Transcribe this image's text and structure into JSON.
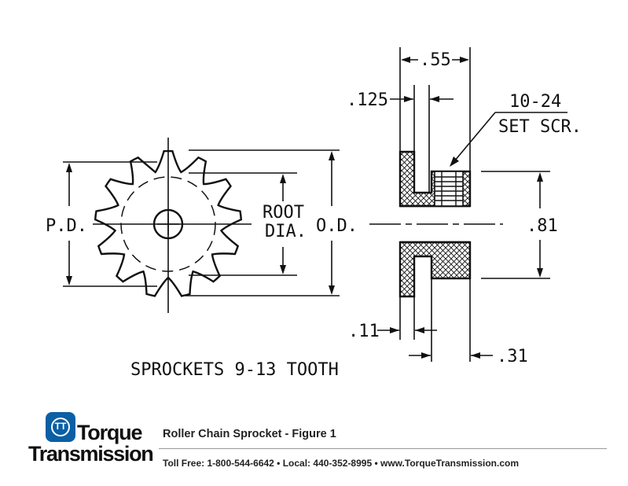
{
  "drawing": {
    "labels": {
      "pitch_diameter": "P.D.",
      "root_line1": "ROOT",
      "root_line2": "DIA.",
      "outside_diameter": "O.D.",
      "overall_length": ".55",
      "flange_thickness": ".125",
      "set_screw_line1": "10-24",
      "set_screw_line2": "SET SCR.",
      "hub_diameter": ".81",
      "tooth_width": ".11",
      "screw_offset": ".31",
      "caption": "SPROCKETS 9-13 TOOTH"
    }
  },
  "footer": {
    "logo_mark": "TT",
    "logo_word1": "Torque",
    "logo_word2": "Transmission",
    "title": "Roller Chain Sprocket - Figure 1",
    "contact": "Toll Free: 1-800-544-6642  •  Local: 440-352-8995  •  www.TorqueTransmission.com"
  },
  "colors": {
    "ink": "#111111",
    "brand_blue": "#0b5fa5"
  }
}
